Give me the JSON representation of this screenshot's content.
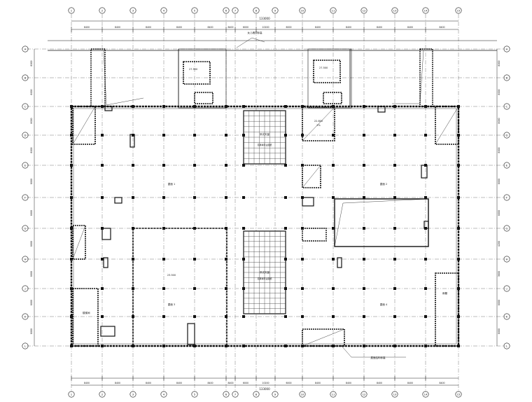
{
  "grid": {
    "columns": [
      "1",
      "2",
      "3",
      "4",
      "5",
      "6",
      "7",
      "8",
      "9",
      "10",
      "11",
      "12",
      "13",
      "14",
      "15"
    ],
    "rows": [
      "A",
      "B",
      "C",
      "D",
      "E",
      "F",
      "G",
      "H",
      "J",
      "K",
      "L"
    ],
    "top_dims": [
      "8400",
      "8400",
      "8400",
      "8400",
      "8400",
      "8400",
      "6000",
      "10200",
      "6000",
      "8400",
      "8400",
      "8400",
      "8400",
      "8400"
    ],
    "bottom_dims": [
      "8400",
      "8400",
      "8400",
      "8400",
      "8400",
      "8400",
      "6000",
      "10200",
      "6000",
      "8400",
      "8400",
      "8400",
      "8400",
      "8400"
    ],
    "overall_dim": "133000",
    "left_dims": [
      "8000",
      "8000",
      "8000",
      "8000",
      "8000",
      "8000",
      "8000",
      "8000",
      "8000",
      "8000"
    ],
    "right_dims": [
      "8000",
      "8000",
      "8000",
      "8000",
      "8000",
      "8000",
      "4200",
      "3800",
      "8000",
      "8000"
    ]
  },
  "annotations": {
    "atrium_top_title": "采光天窗",
    "atrium_top_sub": "见幕墙专业图纸",
    "atrium_mid_title": "采光天窗",
    "atrium_mid_sub": "见幕墙专业图纸",
    "zone_left_label": "屋面 1",
    "zone_right_label": "屋面 2",
    "zone_center_label": "屋面 3",
    "zone_bottom_label": "屋面 4",
    "elev_main": "23.500",
    "elev_stair_left": "27.500",
    "elev_stair_right": "27.500",
    "elev_small": "22.800",
    "slope": "2%",
    "room_tag": "楼梯间",
    "note_top": "女儿墙顶标高",
    "note_bottom": "屋面结构标高",
    "canopy_label": "雨棚"
  }
}
